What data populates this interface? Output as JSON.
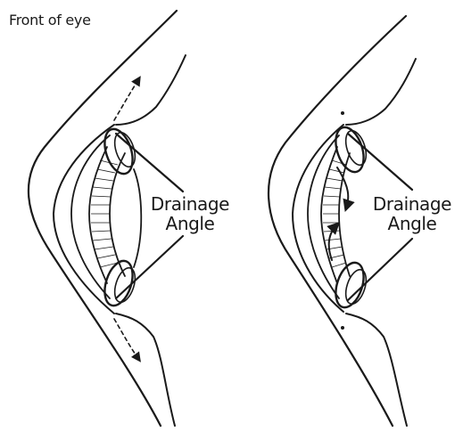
{
  "caption": "Front of eye",
  "panels": [
    {
      "label_line1": "Drainage",
      "label_line2": "Angle"
    },
    {
      "label_line1": "Drainage",
      "label_line2": "Angle"
    }
  ],
  "colors": {
    "ink": "#1a1a1a",
    "background": "#ffffff"
  }
}
